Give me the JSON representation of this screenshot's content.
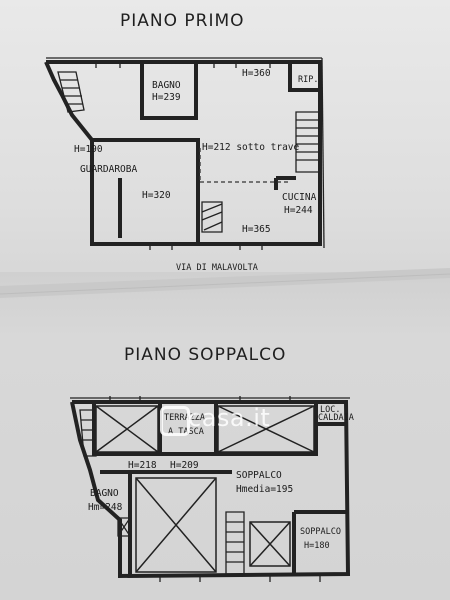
{
  "floor1": {
    "title": "PIANO PRIMO",
    "rooms": {
      "bagno": "BAGNO",
      "bagno_h": "H=239",
      "h360": "H=360",
      "rip": "RIP.",
      "h190": "H=190",
      "guardaroba": "GUARDAROBA",
      "h212": "H=212 sotto trave",
      "h320": "H=320",
      "cucina": "CUCINA",
      "cucina_h": "H=244",
      "h365": "H=365"
    },
    "street": "VIA DI MALAVOLTA"
  },
  "floor2": {
    "title": "PIANO SOPPALCO",
    "rooms": {
      "terrazza1": "TERRAZZA",
      "terrazza2": "A TASCA",
      "loc": "LOC.",
      "caldaia": "CALDAIA",
      "h218": "H=218",
      "h209": "H=209",
      "soppalco": "SOPPALCO",
      "hmedia": "Hmedia=195",
      "bagno": "BAGNO",
      "bagno_h": "Hm=248",
      "soppalco2": "SOPPALCO",
      "soppalco2_h": "H=180"
    }
  },
  "watermark": "casa.it"
}
